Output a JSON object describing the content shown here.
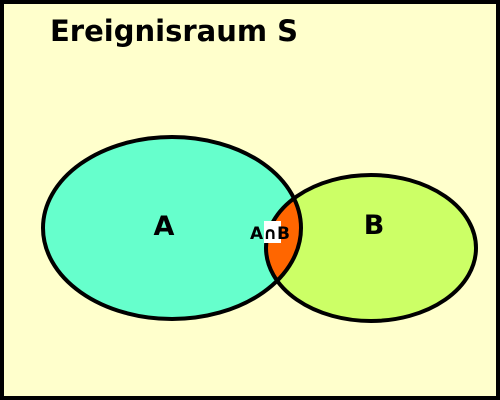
{
  "diagram": {
    "title": "Ereignisraum S",
    "set_a": {
      "label": "A",
      "color": "#66ffcc"
    },
    "set_b": {
      "label": "B",
      "color": "#ccff66"
    },
    "intersection": {
      "label": "A∩B",
      "color": "#ff6600",
      "label_background": "#ffffff"
    },
    "space_color": "#ffffcc",
    "outline_color": "#000000"
  }
}
